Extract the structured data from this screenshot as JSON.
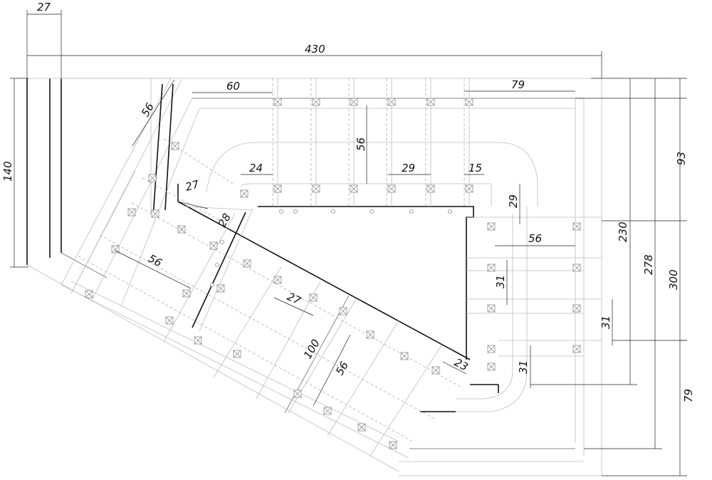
{
  "dimensions": {
    "d27_top": "27",
    "d430": "430",
    "d140": "140",
    "d56_a": "56",
    "d60": "60",
    "d79_top": "79",
    "d56_vertical": "56",
    "d24": "24",
    "d29_h": "29",
    "d15": "15",
    "d29_v": "29",
    "d93": "93",
    "d230": "230",
    "d278": "278",
    "d300": "300",
    "d79_right": "79",
    "d56_right": "56",
    "d31_a": "31",
    "d31_b": "31",
    "d31_c": "31",
    "d27_mid": "27",
    "d28": "28",
    "d56_left": "56",
    "d27_lower": "27",
    "d100": "100",
    "d56_lower": "56",
    "d23": "23"
  },
  "colors": {
    "ink": "#111111",
    "construction": "#bdbdbd"
  }
}
